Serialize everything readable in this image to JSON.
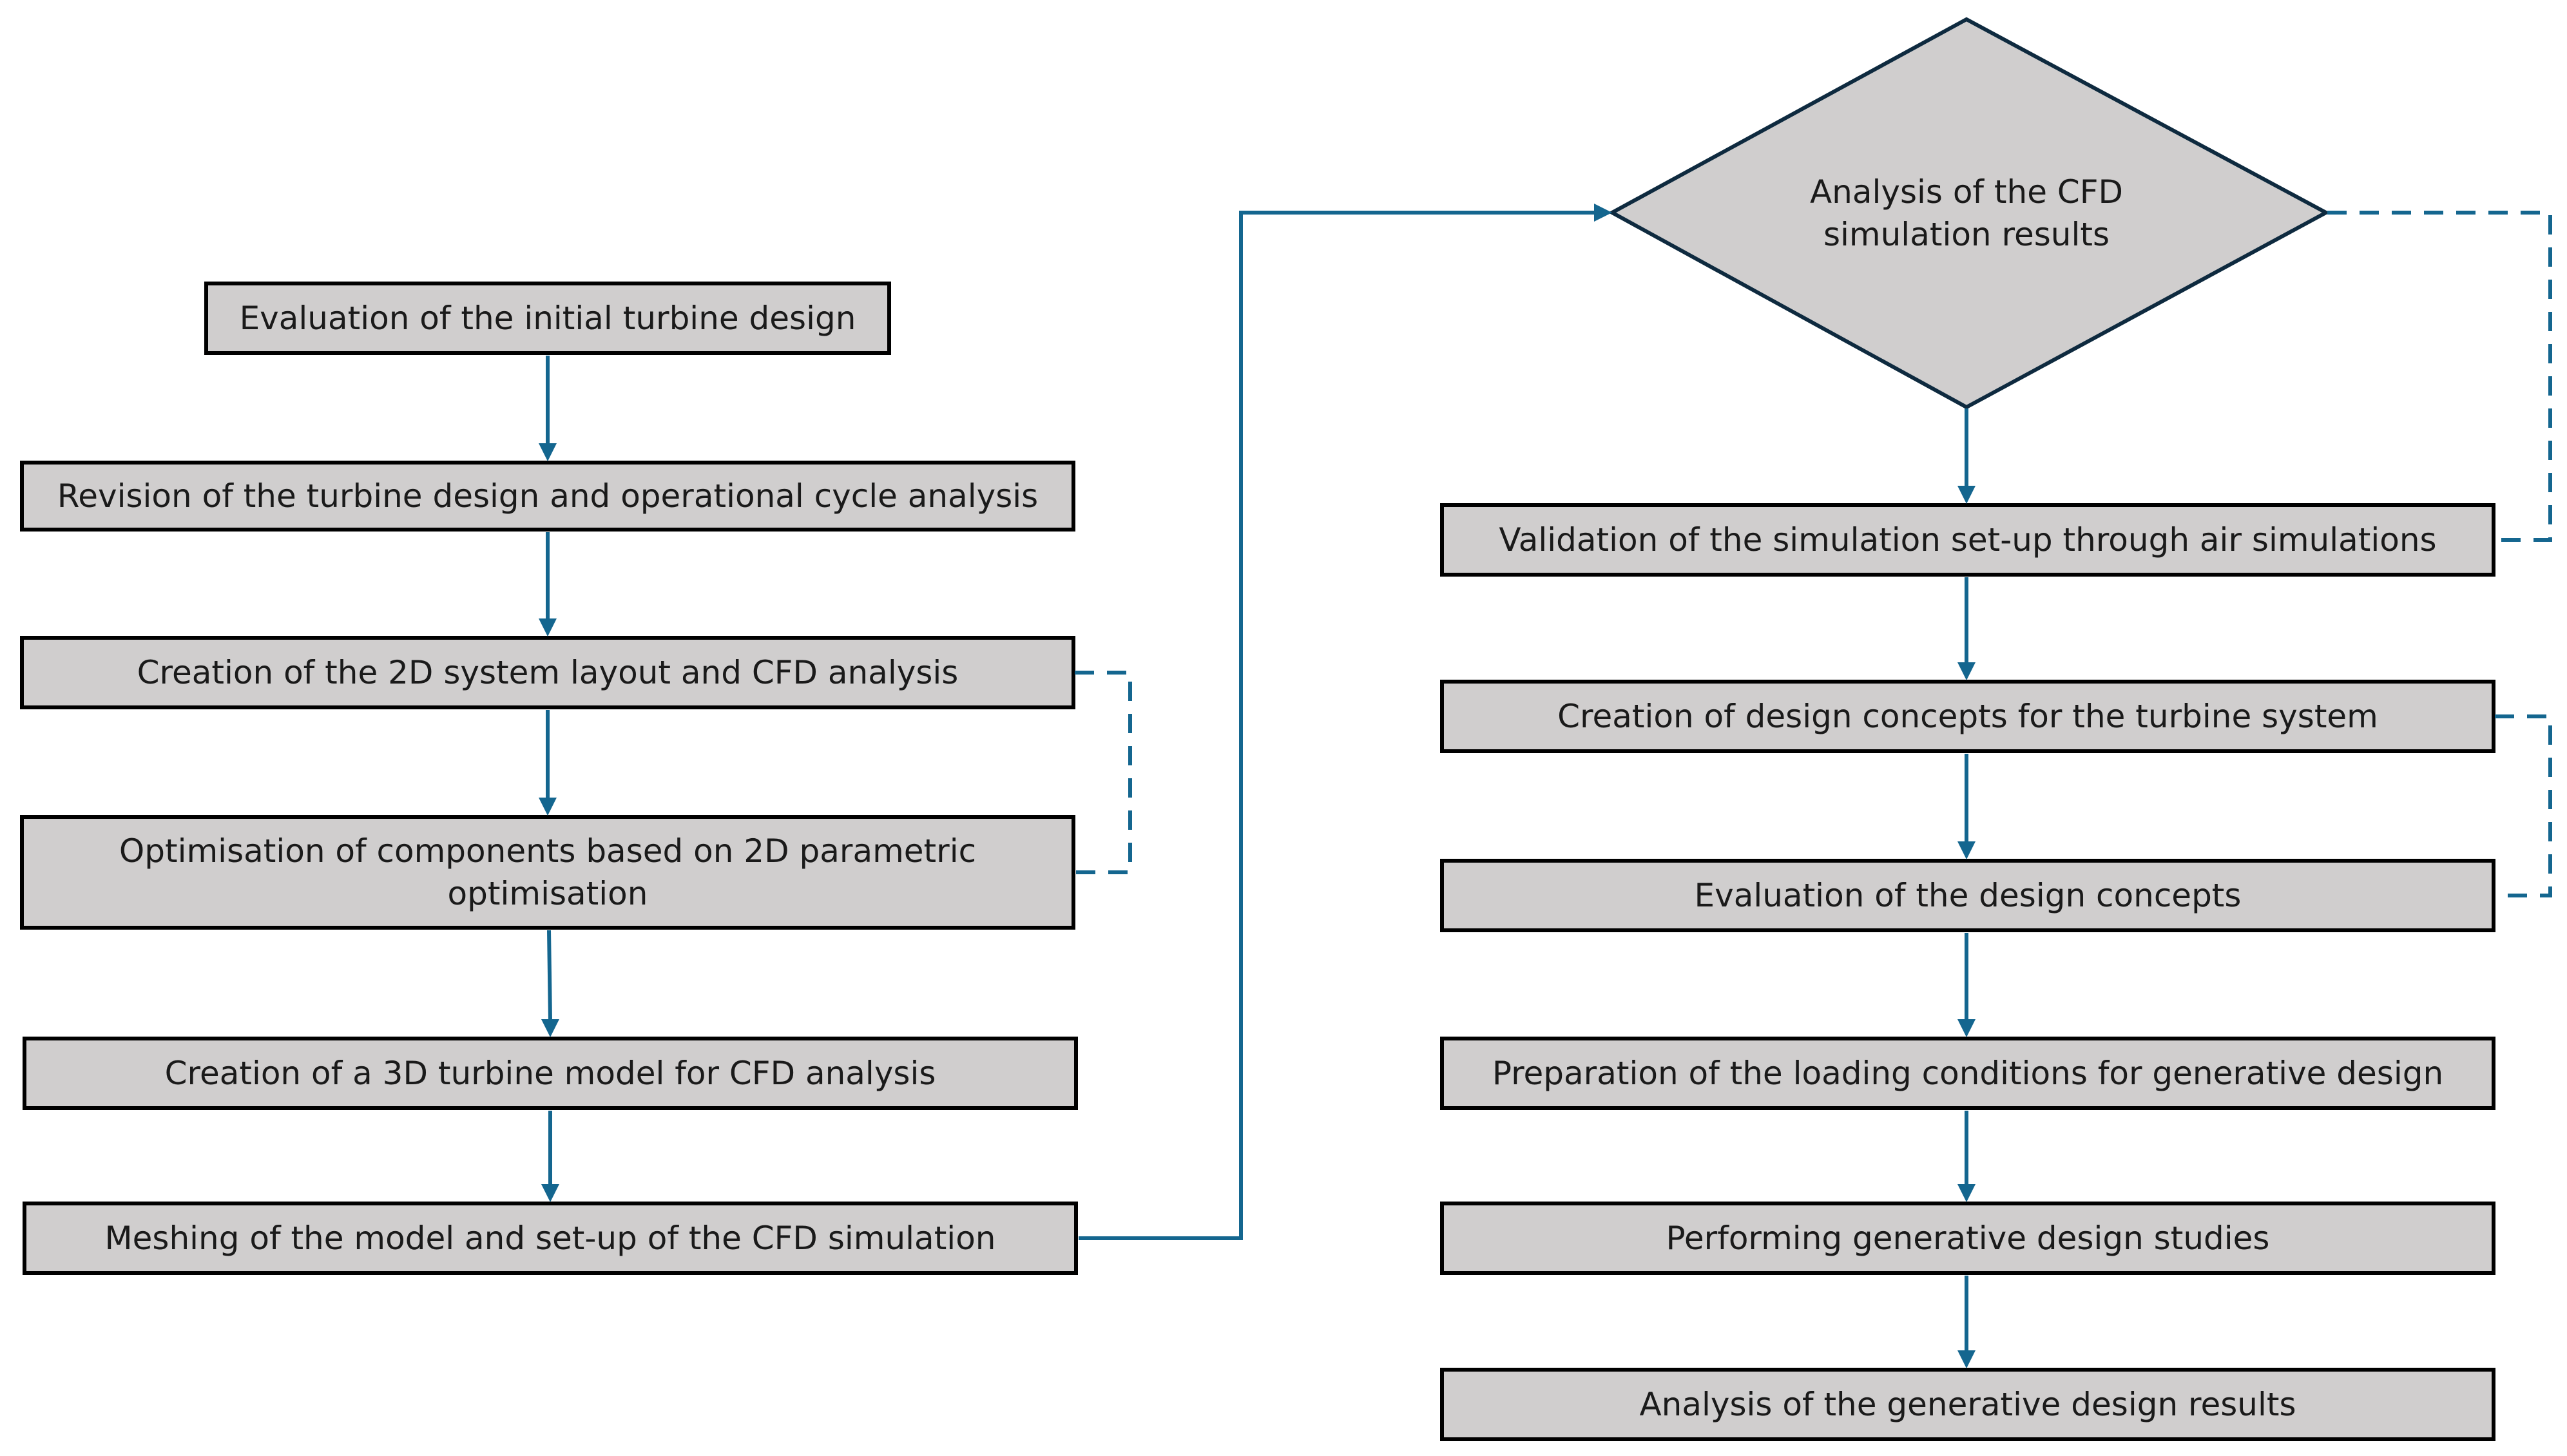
{
  "left_column": {
    "evaluation_initial": "Evaluation of the initial turbine design",
    "revision": "Revision of the turbine design and operational cycle analysis",
    "layout_2d": "Creation of the 2D system layout and CFD analysis",
    "optimisation_line1": "Optimisation of components based on 2D parametric",
    "optimisation_line2": "optimisation",
    "model_3d": "Creation of a 3D turbine model for CFD analysis",
    "meshing": "Meshing of the model and set-up of the CFD simulation"
  },
  "right_column": {
    "decision_line1": "Analysis of the CFD",
    "decision_line2": "simulation results",
    "validation": "Validation of the simulation set-up through air simulations",
    "concepts": "Creation of design concepts for the turbine system",
    "evaluation_concepts": "Evaluation of the design concepts",
    "loading": "Preparation of the loading conditions for generative design",
    "generative_studies": "Performing generative design studies",
    "generative_results": "Analysis of the generative design results"
  },
  "colors": {
    "box_fill": "#d0cece",
    "connector": "#14668f"
  }
}
